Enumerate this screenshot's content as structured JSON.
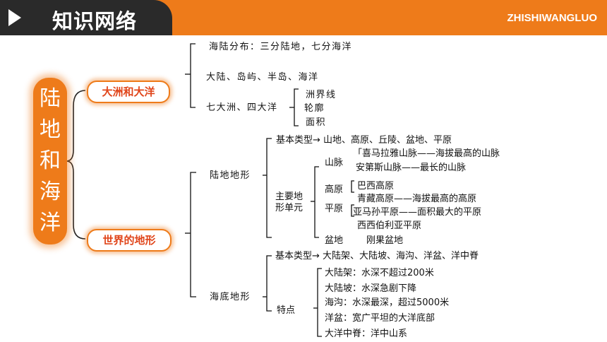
{
  "header": {
    "title": "知识网络",
    "brand": "ZHISHIWANGLUO",
    "icon": "play-icon",
    "colors": {
      "accent": "#ee7b1a",
      "tab": "#2a2a2a",
      "pill_text": "#e0451a"
    }
  },
  "main_title": "陆\n地\n和\n海\n洋",
  "branch1": {
    "label": "大洲和大洋",
    "items": {
      "distribution": "海陆分布：三分陆地，七分海洋",
      "concepts": "大陆、岛屿、半岛、海洋",
      "seven_four": "七大洲、四大洋",
      "sub": [
        "洲界线",
        "轮廓",
        "面积"
      ]
    }
  },
  "branch2": {
    "label": "世界的地形",
    "land": {
      "label": "陆地地形",
      "basic": "基本类型→ 山地、高原、丘陵、盆地、平原",
      "units_label": "主要地\n形单元",
      "mountain": {
        "label": "山脉",
        "line1": "「喜马拉雅山脉——海拔最高的山脉",
        "line2": "安第斯山脉——最长的山脉"
      },
      "plateau": {
        "label": "高原",
        "line1": "巴西高原",
        "line2": "青藏高原——海拔最高的高原"
      },
      "plain": {
        "label": "平原",
        "line1": "亚马孙平原——面积最大的平原",
        "line2": "西西伯利亚平原"
      },
      "basin": {
        "label": "盆地",
        "line1": "刚果盆地"
      }
    },
    "sea": {
      "label": "海底地形",
      "basic": "基本类型→ 大陆架、大陆坡、海沟、洋盆、洋中脊",
      "features_label": "特点",
      "features": [
        "大陆架：水深不超过200米",
        "大陆坡：水深急剧下降",
        "海沟：水深最深，超过5000米",
        "洋盆：宽广平坦的大洋底部",
        "大洋中脊：洋中山系"
      ]
    }
  }
}
